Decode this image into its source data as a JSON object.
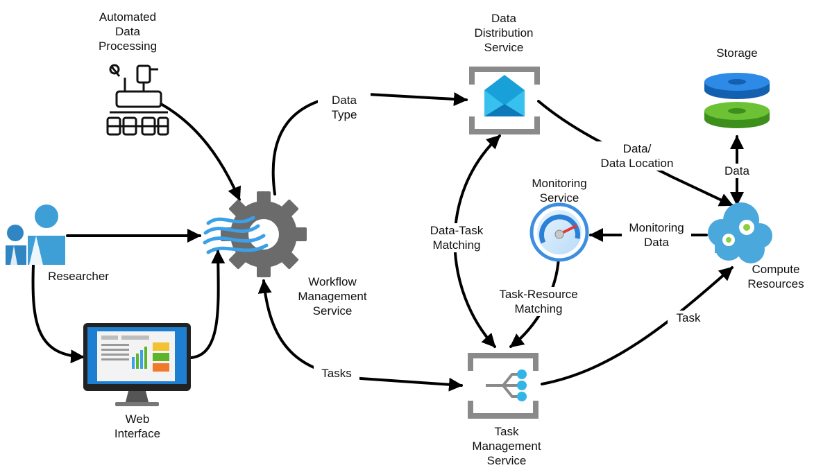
{
  "nodes": {
    "automated_processing": {
      "lines": [
        "Automated",
        "Data",
        "Processing"
      ]
    },
    "researcher": {
      "lines": [
        "Researcher"
      ]
    },
    "web_interface": {
      "lines": [
        "Web",
        "Interface"
      ]
    },
    "workflow": {
      "lines": [
        "Workflow",
        "Management",
        "Service"
      ]
    },
    "data_distribution": {
      "lines": [
        "Data",
        "Distribution",
        "Service"
      ]
    },
    "task_management": {
      "lines": [
        "Task",
        "Management",
        "Service"
      ]
    },
    "monitoring": {
      "lines": [
        "Monitoring",
        "Service"
      ]
    },
    "storage": {
      "lines": [
        "Storage"
      ]
    },
    "compute": {
      "lines": [
        "Compute",
        "Resources"
      ]
    }
  },
  "edges": {
    "data_type": [
      "Data",
      "Type"
    ],
    "data_location": [
      "Data/",
      "Data Location"
    ],
    "data": [
      "Data"
    ],
    "monitoring_data": [
      "Monitoring",
      "Data"
    ],
    "data_task_matching": [
      "Data-Task",
      "Matching"
    ],
    "task_resource_matching": [
      "Task-Resource",
      "Matching"
    ],
    "task": [
      "Task"
    ],
    "tasks": [
      "Tasks"
    ]
  },
  "colors": {
    "arrow": "#000000",
    "gear": "#6b6b6b",
    "waves": "#3aa0e8",
    "storage_top": "#1f77d4",
    "storage_bottom": "#5fb52a",
    "cloud": "#4aa8dc",
    "person": "#3e9ed6",
    "service_box": "#8a8a8a",
    "monitor_screen": "#1e7fd0",
    "gauge_ring": "#3d8ee0",
    "gauge_needle": "#e03a3a"
  },
  "icons": {
    "automated_processing": "robot-rover-icon",
    "researcher": "people-icon",
    "web_interface": "desktop-monitor-icon",
    "workflow": "gear-waves-icon",
    "data_distribution": "envelope-service-icon",
    "task_management": "fork-service-icon",
    "monitoring": "gauge-icon",
    "storage": "storage-disks-icon",
    "compute": "cloud-gears-icon"
  }
}
